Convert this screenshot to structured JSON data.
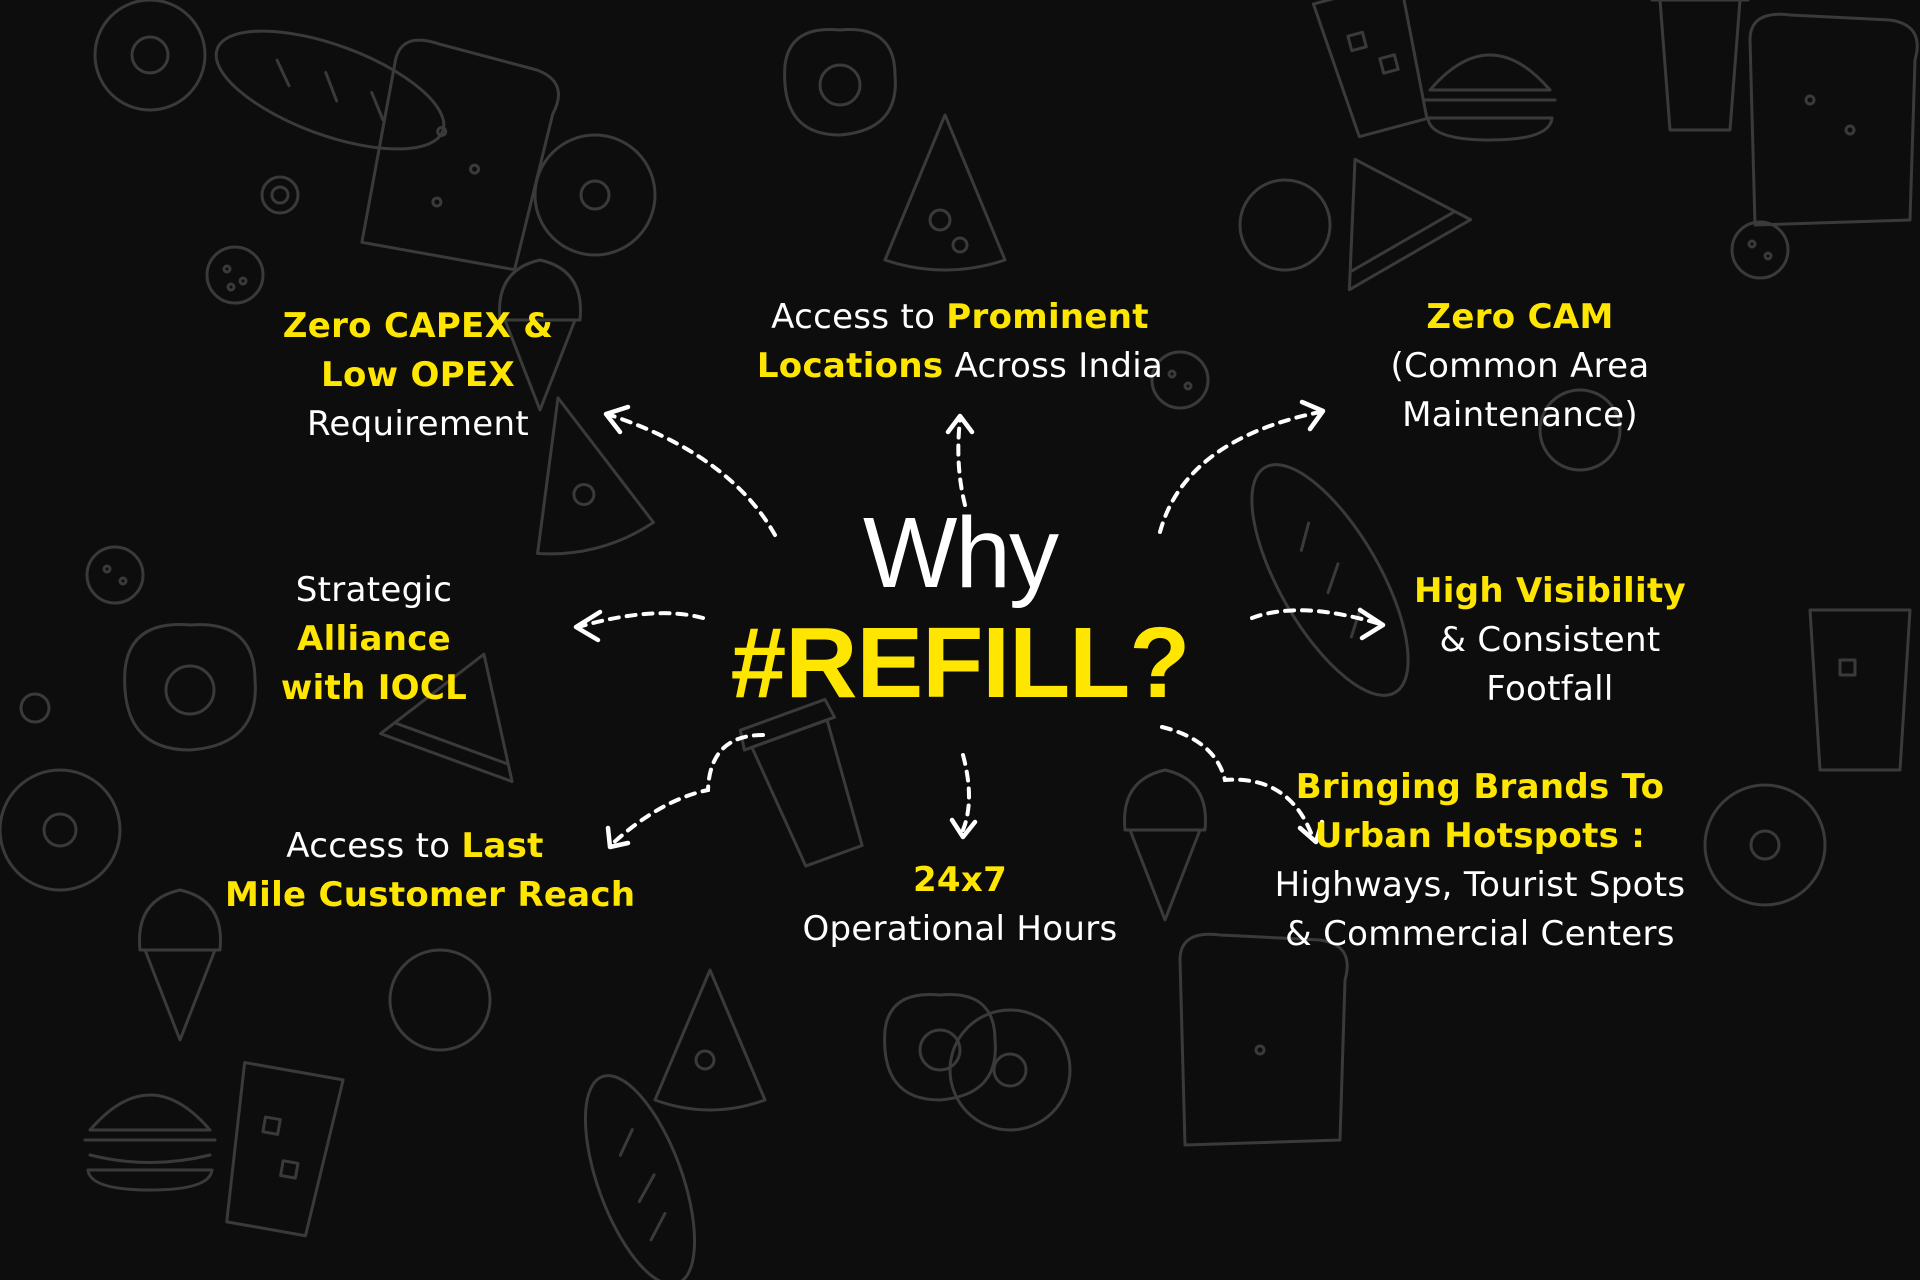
{
  "headline": {
    "why": "Why",
    "brand": "#REFILL?"
  },
  "colors": {
    "background": "#0d0d0d",
    "accent": "#ffe600",
    "text": "#ffffff",
    "doodle": "#3a3a3a"
  },
  "benefits": {
    "capex": {
      "line1": "Zero CAPEX &",
      "line2": "Low OPEX",
      "line3": "Requirement"
    },
    "locations": {
      "pre": "Access to ",
      "hl1": "Prominent",
      "hl2": "Locations",
      "post": " Across India"
    },
    "cam": {
      "line1": "Zero CAM",
      "line2": "(Common Area",
      "line3": "Maintenance)"
    },
    "alliance": {
      "line1": "Strategic",
      "line2": "Alliance",
      "line3": "with IOCL"
    },
    "visibility": {
      "line1": "High Visibility",
      "line2": "& Consistent",
      "line3": "Footfall"
    },
    "lastmile": {
      "pre": "Access to ",
      "hl1": "Last",
      "hl2": "Mile Customer Reach"
    },
    "hours": {
      "line1": "24x7",
      "line2": "Operational Hours"
    },
    "hotspots": {
      "line1": "Bringing Brands To",
      "line2": "Urban Hotspots :",
      "line3": "Highways, Tourist Spots",
      "line4": "& Commercial Centers"
    }
  }
}
